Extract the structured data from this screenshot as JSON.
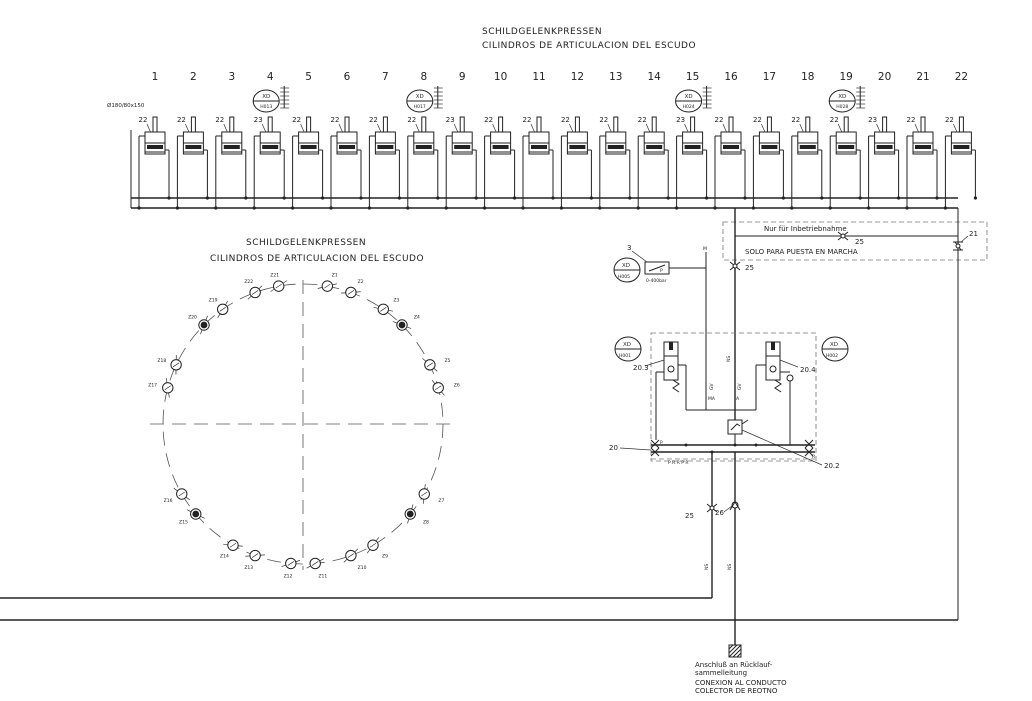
{
  "header": {
    "title_de": "SCHILDGELENKPRESSEN",
    "title_es": "CILINDROS DE ARTICULACION DEL ESCUDO"
  },
  "circle_section": {
    "title_de": "SCHILDGELENKPRESSEN",
    "title_es": "CILINDROS DE ARTICULACION DEL ESCUDO"
  },
  "cylinder_numbers": [
    "1",
    "2",
    "3",
    "4",
    "5",
    "6",
    "7",
    "8",
    "9",
    "10",
    "11",
    "12",
    "13",
    "14",
    "15",
    "16",
    "17",
    "18",
    "19",
    "20",
    "21",
    "22"
  ],
  "cylinder_sizes": [
    "22",
    "22",
    "22",
    "23",
    "22",
    "22",
    "22",
    "22",
    "23",
    "22",
    "22",
    "22",
    "22",
    "22",
    "23",
    "22",
    "22",
    "22",
    "22",
    "23",
    "22",
    "22"
  ],
  "cylinder_spec": "Ø180/80x150",
  "sensor_tags": [
    {
      "top": "XD",
      "bottom": "H013"
    },
    {
      "top": "XD",
      "bottom": "H017"
    },
    {
      "top": "XD",
      "bottom": "H024"
    },
    {
      "top": "XD",
      "bottom": "H028"
    }
  ],
  "hydraulic": {
    "commissioning_de": "Nur für Inbetriebnahme",
    "commissioning_es": "SOLO PARA PUESTA EN MARCHA",
    "pressure_tag": {
      "top": "XD",
      "bottom": "H005"
    },
    "pressure_range": "0-400bar",
    "pressure_item": "3",
    "valve_tag_left": {
      "top": "XD",
      "bottom": "H001"
    },
    "valve_tag_right": {
      "top": "XD",
      "bottom": "H002"
    },
    "item_25": "25",
    "item_21": "21",
    "item_20": "20",
    "item_20_2": "20.2",
    "item_20_3": "20.3",
    "item_20_4": "20.4",
    "item_26": "26",
    "label_ma": "MA",
    "label_a": "A",
    "label_gv": "GV",
    "label_p": "P",
    "label_r": "R",
    "label_m": "M",
    "line_label": "NS",
    "manifold_text": "P R R P R"
  },
  "ring_labels": [
    {
      "name": "ring-label-z1",
      "text": "Z1"
    },
    {
      "name": "ring-label-z2",
      "text": "Z2"
    },
    {
      "name": "ring-label-z22",
      "text": "Z22"
    },
    {
      "name": "ring-label-z21",
      "text": "Z21"
    },
    {
      "name": "ring-label-z3",
      "text": "Z3"
    },
    {
      "name": "ring-label-z4",
      "text": "Z4"
    },
    {
      "name": "ring-label-z20",
      "text": "Z20"
    },
    {
      "name": "ring-label-z19",
      "text": "Z19"
    },
    {
      "name": "ring-label-z5",
      "text": "Z5"
    },
    {
      "name": "ring-label-z6",
      "text": "Z6"
    },
    {
      "name": "ring-label-z18",
      "text": "Z18"
    },
    {
      "name": "ring-label-z17",
      "text": "Z17"
    },
    {
      "name": "ring-label-z7",
      "text": "Z7"
    },
    {
      "name": "ring-label-z8",
      "text": "Z8"
    },
    {
      "name": "ring-label-z16",
      "text": "Z16"
    },
    {
      "name": "ring-label-z15",
      "text": "Z15"
    },
    {
      "name": "ring-label-z9",
      "text": "Z9"
    },
    {
      "name": "ring-label-z10",
      "text": "Z10"
    },
    {
      "name": "ring-label-z14",
      "text": "Z14"
    },
    {
      "name": "ring-label-z13",
      "text": "Z13"
    },
    {
      "name": "ring-label-z11",
      "text": "Z11"
    },
    {
      "name": "ring-label-z12",
      "text": "Z12"
    }
  ],
  "footer": {
    "de_line1": "Anschluß an Rücklauf-",
    "de_line2": "sammelleitung",
    "es_line1": "CONEXION AL CONDUCTO",
    "es_line2": "COLECTOR DE REOTNO"
  }
}
